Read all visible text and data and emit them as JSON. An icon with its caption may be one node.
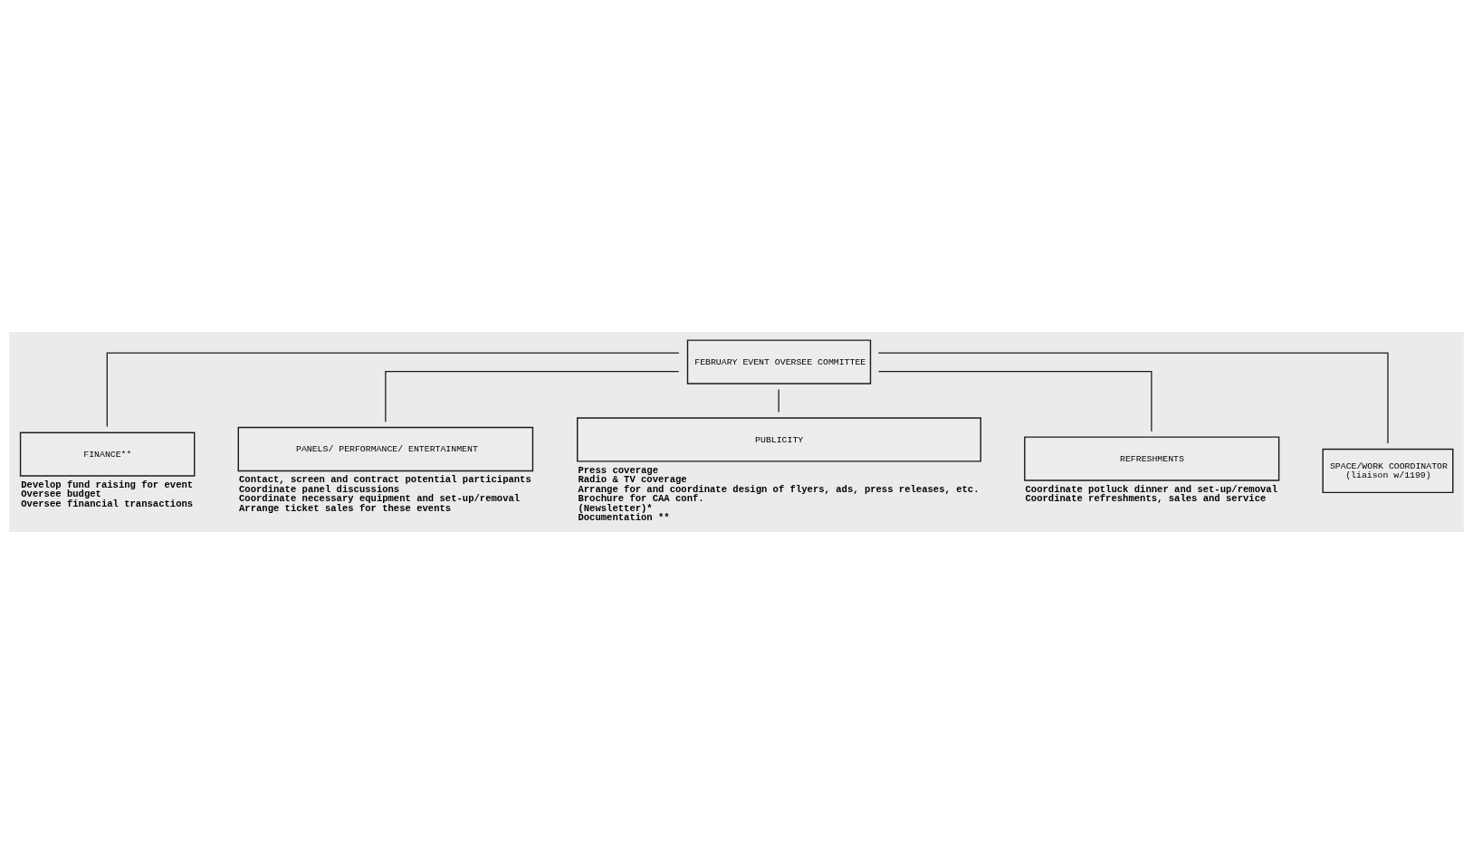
{
  "diagram": {
    "nodes": [
      {
        "text": [
          "FEBRUARY EVENT OVERSEE COMMITTEE"
        ]
      },
      {
        "text": [
          "FINANCE**"
        ],
        "beside": [
          "Develop fund raising for event",
          "Oversee budget",
          "Oversee financial transactions"
        ]
      },
      {
        "text": [
          "PANELS/ PERFORMANCE/ ENTERTAINMENT"
        ],
        "beside": [
          "Contact, screen and contract potential participants",
          "Coordinate panel discussions",
          "Coordinate necessary equipment and set-up/removal",
          "Arrange ticket sales for these events"
        ]
      },
      {
        "text": [
          "PUBLICITY"
        ],
        "beside": [
          "Press coverage",
          "Radio & TV coverage",
          "Arrange for and coordinate design of flyers, ads, press releases, etc.",
          "Brochure for CAA conf.",
          "(Newsletter)*",
          "Documentation **"
        ]
      },
      {
        "text": [
          "REFRESHMENTS"
        ],
        "beside": [
          "Coordinate potluck dinner and set-up/removal",
          "Coordinate refreshments, sales and service"
        ]
      },
      {
        "text": [
          "SPACE/WORK COORDINATOR",
          "(liaison w/1199)"
        ]
      }
    ],
    "edges": [
      {
        "from": 0,
        "to": 3,
        "arrow": "none"
      },
      {
        "from": 0,
        "to": 1,
        "arrow": "none"
      },
      {
        "from": 0,
        "to": 5,
        "arrow": "none"
      },
      {
        "from": 0,
        "to": 2,
        "arrow": "none"
      },
      {
        "from": 0,
        "to": 4,
        "arrow": "none"
      }
    ]
  }
}
